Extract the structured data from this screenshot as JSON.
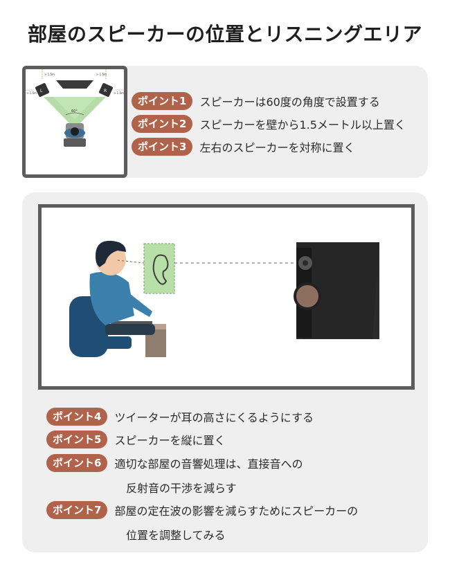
{
  "title": "部屋のスピーカーの位置とリスニングエリア",
  "diagram": {
    "dist_labels": [
      "> 1.5m",
      "> 1.5m",
      "> 1.5m",
      "> 1.5m"
    ],
    "speaker_left": "L",
    "speaker_right": "R",
    "angle": "60°"
  },
  "points_top": [
    {
      "label": "ポイント1",
      "text": "スピーカーは60度の角度で設置する"
    },
    {
      "label": "ポイント2",
      "text": "スピーカーを壁から1.5メートル以上置く"
    },
    {
      "label": "ポイント3",
      "text": "左右のスピーカーを対称に置く"
    }
  ],
  "points_bottom": [
    {
      "label": "ポイント4",
      "text": "ツイーターが耳の高さにくるようにする"
    },
    {
      "label": "ポイント5",
      "text": "スピーカーを縦に置く"
    },
    {
      "label": "ポイント6",
      "text": "適切な部屋の音響処理は、直接音への",
      "text2": "反射音の干渉を減らす"
    },
    {
      "label": "ポイント7",
      "text": "部屋の定在波の影響を減らすためにスピーカーの",
      "text2": "位置を調整してみる"
    }
  ],
  "colors": {
    "badge": "#b0634a",
    "card": "#efefef",
    "frame": "#5c5c5c",
    "listening_area": "#a9d79a"
  }
}
